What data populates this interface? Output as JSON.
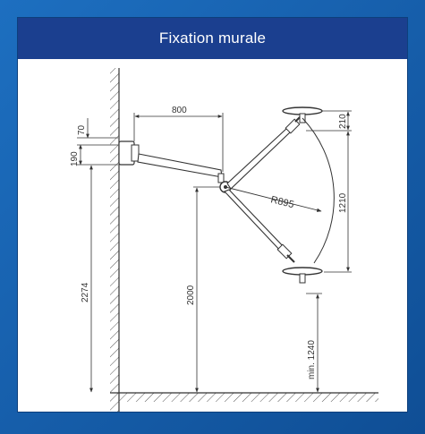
{
  "panel": {
    "title": "Fixation murale"
  },
  "dimensions": {
    "wall_mount_width": "800",
    "mount_top": "70",
    "mount_height": "190",
    "ceiling_height": "2274",
    "pivot_height": "2000",
    "lamp_head_height": "210",
    "vertical_travel": "1210",
    "radius": "R895",
    "min_clearance": "min. 1240"
  },
  "colors": {
    "header": "#1b3f8f",
    "background": "#1760ad",
    "line": "#3a3a3a"
  }
}
